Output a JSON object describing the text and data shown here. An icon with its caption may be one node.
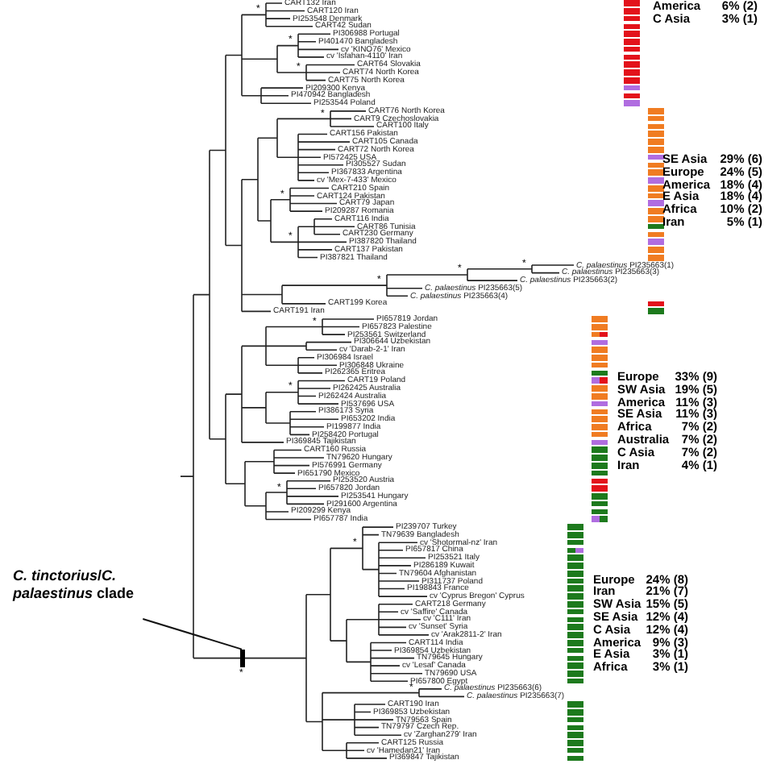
{
  "diagram": {
    "nodes": [
      {
        "text": [
          "*C. tinctorius*/*C. palaestinus* clade"
        ]
      },
      {
        "text": [],
        "shape": "bar"
      }
    ],
    "edges": [
      {
        "from": 0,
        "to": 1,
        "arrow": "none"
      }
    ],
    "labels": [
      "CART132 Iran",
      "CART120 Iran",
      "PI253548 Denmark",
      "CART42 Sudan",
      "PI306988 Portugal",
      "PI401470 Bangladesh",
      "cv 'KINO76' Mexico",
      "cv 'Isfahan-4110' Iran",
      "CART64 Slovakia",
      "CART74 North Korea",
      "CART75 North Korea",
      "PI209300 Kenya",
      "PI470942 Bangladesh",
      "PI253544 Poland",
      "CART76 North Korea",
      "CART9 Czechoslovakia",
      "CART100 Italy",
      "CART156 Pakistan",
      "CART105 Canada",
      "CART72 North Korea",
      "PI572425 USA",
      "PI305527 Sudan",
      "PI367833 Argentina",
      "cv 'Mex-7-433' Mexico",
      "CART210 Spain",
      "CART124 Pakistan",
      "CART79 Japan",
      "PI209287 Romania",
      "CART116 India",
      "CART86 Tunisia",
      "CART230 Germany",
      "PI387820 Thailand",
      "CART137 Pakistan",
      "PI387821 Thailand",
      "*C. palaestinus* PI235663(1)",
      "*C. palaestinus* PI235663(3)",
      "*C. palaestinus* PI235663(2)",
      "*C. palaestinus* PI235663(5)",
      "*C. palaestinus* PI235663(4)",
      "CART199 Korea",
      "CART191 Iran",
      "PI657819 Jordan",
      "PI657823 Palestine",
      "PI253561 Switzerland",
      "PI306644 Uzbekistan",
      "cv 'Darab-2-1' Iran",
      "PI306984 Israel",
      "PI306848 Ukraine",
      "PI262365 Eritrea",
      "CART19 Poland",
      "PI262425 Australia",
      "PI262424 Australia",
      "PI537696 USA",
      "PI386173 Syria",
      "PI653202 India",
      "PI199877 India",
      "PI258420 Portugal",
      "PI369845 Tajikistan",
      "CART160 Russia",
      "TN79620 Hungary",
      "PI576991 Germany",
      "PI651790 Mexico",
      "PI253520 Austria",
      "PI657820 Jordan",
      "PI253541 Hungary",
      "PI291600 Argentina",
      "PI209299 Kenya",
      "PI657787 India",
      "PI239707 Turkey",
      "TN79639 Bangladesh",
      "cv 'Shotormal-nz' Iran",
      "PI657817 China",
      "PI253521 Italy",
      "PI286189 Kuwait",
      "TN79604 Afghanistan",
      "PI311737 Poland",
      "PI198843 France",
      "cv 'Cyprus Bregon' Cyprus",
      "CART218 Germany",
      "cv 'Saffire' Canada",
      "cv 'C111' Iran",
      "cv 'Sunset' Syria",
      "cv 'Arak2811-2' Iran",
      "CART114 India",
      "PI369854 Uzbekistan",
      "TN79645 Hungary",
      "cv 'Lesaf' Canada",
      "TN79690 USA",
      "PI657800 Egypt",
      "*C. palaestinus* PI235663(6)",
      "*C. palaestinus* PI235663(7)",
      "CART190 Iran",
      "PI369853 Uzbekistan",
      "TN79563 Spain",
      "TN79797 Czech Rep.",
      "cv 'Zarghan279' Iran",
      "CART125 Russia",
      "cv 'Hamedan21' Iran",
      "PI369847 Tajikistan",
      "America",
      "6% (2)",
      "C Asia",
      "3% (1)",
      "SE Asia",
      "29% (6)",
      "Europe",
      "24% (5)",
      "America",
      "18% (4)",
      "E Asia",
      "18% (4)",
      "Africa",
      "10% (2)",
      "Iran",
      "5% (1)",
      "Europe",
      "33% (9)",
      "SW Asia",
      "19% (5)",
      "America",
      "11% (3)",
      "SE Asia",
      "11% (3)",
      "Africa",
      "7% (2)",
      "Australia",
      "7% (2)",
      "C Asia",
      "7% (2)",
      "Iran",
      "4% (1)",
      "Europe",
      "24% (8)",
      "Iran",
      "21% (7)",
      "SW Asia",
      "15% (5)",
      "SE Asia",
      "12% (4)",
      "C Asia",
      "12% (4)",
      "America",
      "9% (3)",
      "E Asia",
      "3% (1)",
      "Africa",
      "3% (1)",
      "*",
      "*",
      "*",
      "*",
      "*",
      "*",
      "*",
      "*",
      "*",
      "*",
      "*",
      "*",
      "*",
      "*",
      "*"
    ]
  }
}
